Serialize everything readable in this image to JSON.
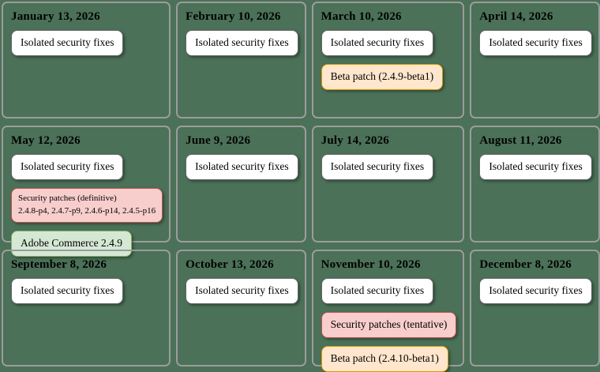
{
  "page": {
    "background_color": "#4b7158",
    "card_border_color": "#9c9c9c"
  },
  "badge_styles": {
    "white": {
      "fill": "#ffffff",
      "border": "#666666"
    },
    "red": {
      "fill": "#f8cecc",
      "border": "#b85450"
    },
    "green": {
      "fill": "#d5e8d4",
      "border": "#82b366"
    },
    "orange": {
      "fill": "#ffe6cc",
      "border": "#d79b00"
    }
  },
  "calendar": {
    "months": [
      {
        "id": "january",
        "date": "January 13, 2026",
        "badges": [
          {
            "type": "white",
            "lines": [
              "Isolated security fixes"
            ]
          }
        ]
      },
      {
        "id": "february",
        "date": "February 10, 2026",
        "badges": [
          {
            "type": "white",
            "lines": [
              "Isolated security fixes"
            ]
          }
        ]
      },
      {
        "id": "march",
        "date": "March 10, 2026",
        "badges": [
          {
            "type": "white",
            "lines": [
              "Isolated security fixes"
            ]
          },
          {
            "type": "orange",
            "lines": [
              "Beta patch (2.4.9-beta1)"
            ]
          }
        ]
      },
      {
        "id": "april",
        "date": "April 14, 2026",
        "badges": [
          {
            "type": "white",
            "lines": [
              "Isolated security fixes"
            ]
          }
        ]
      },
      {
        "id": "may",
        "date": "May 12, 2026",
        "badges": [
          {
            "type": "white",
            "lines": [
              "Isolated security fixes"
            ]
          },
          {
            "type": "red",
            "small": true,
            "lines": [
              "Security patches (definitive)",
              "2.4.8-p4, 2.4.7-p9, 2.4.6-p14, 2.4.5-p16"
            ]
          },
          {
            "type": "green",
            "lines": [
              "Adobe Commerce 2.4.9"
            ]
          }
        ]
      },
      {
        "id": "june",
        "date": "June 9, 2026",
        "badges": [
          {
            "type": "white",
            "lines": [
              "Isolated security fixes"
            ]
          }
        ]
      },
      {
        "id": "july",
        "date": "July 14, 2026",
        "badges": [
          {
            "type": "white",
            "lines": [
              "Isolated security fixes"
            ]
          }
        ]
      },
      {
        "id": "august",
        "date": "August 11, 2026",
        "badges": [
          {
            "type": "white",
            "lines": [
              "Isolated security fixes"
            ]
          }
        ]
      },
      {
        "id": "september",
        "date": "September 8, 2026",
        "badges": [
          {
            "type": "white",
            "lines": [
              "Isolated security fixes"
            ]
          }
        ]
      },
      {
        "id": "october",
        "date": "October 13, 2026",
        "badges": [
          {
            "type": "white",
            "lines": [
              "Isolated security fixes"
            ]
          }
        ]
      },
      {
        "id": "november",
        "date": "November 10, 2026",
        "badges": [
          {
            "type": "white",
            "lines": [
              "Isolated security fixes"
            ]
          },
          {
            "type": "red",
            "lines": [
              "Security patches (tentative)"
            ]
          },
          {
            "type": "orange",
            "lines": [
              "Beta patch (2.4.10-beta1)"
            ]
          }
        ]
      },
      {
        "id": "december",
        "date": "December 8, 2026",
        "badges": [
          {
            "type": "white",
            "lines": [
              "Isolated security fixes"
            ]
          }
        ]
      }
    ]
  }
}
